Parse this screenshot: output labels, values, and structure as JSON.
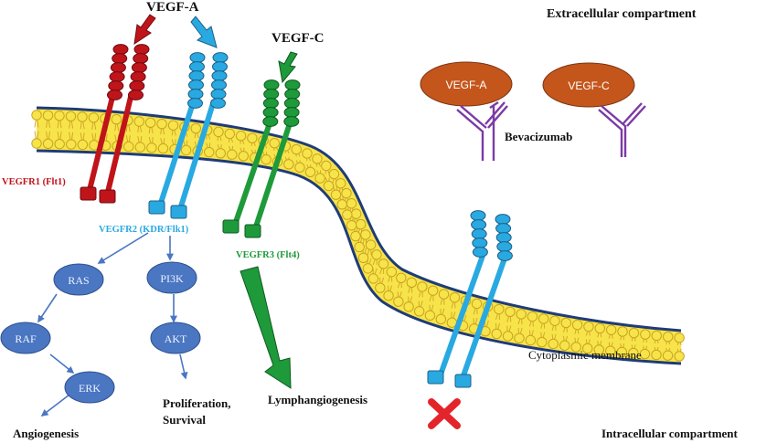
{
  "compartments": {
    "extracellular": "Extracellular compartment",
    "intracellular": "Intracellular compartment",
    "membrane": "Cytoplasmic membrane"
  },
  "ligands": {
    "vegf_a": "VEGF-A",
    "vegf_c": "VEGF-C"
  },
  "receptors": {
    "vegfr1": "VEGFR1 (Flt1)",
    "vegfr2": "VEGFR2 (KDR/Flk1)",
    "vegfr3": "VEGFR3 (Flt4)"
  },
  "drug": {
    "name": "Bevacizumab",
    "bound_ligand_1": "VEGF-A",
    "bound_ligand_2": "VEGF-C"
  },
  "pathway_nodes": {
    "ras": "RAS",
    "raf": "RAF",
    "erk": "ERK",
    "pi3k": "PI3K",
    "akt": "AKT"
  },
  "outcomes": {
    "angiogenesis": "Angiogenesis",
    "proliferation_line1": "Proliferation,",
    "proliferation_line2": "Survival",
    "lymphangiogenesis": "Lymphangiogenesis"
  },
  "colors": {
    "vegfr1": "#c0141b",
    "vegfr2": "#29a9e1",
    "vegfr3": "#1e9a3a",
    "membrane_fill": "#f7e44a",
    "membrane_edge": "#1f3c78",
    "pathway_node": "#4a76c2",
    "ligand_oval": "#c4561c",
    "antibody": "#7b3aa6",
    "block_x": "#e3242b"
  }
}
